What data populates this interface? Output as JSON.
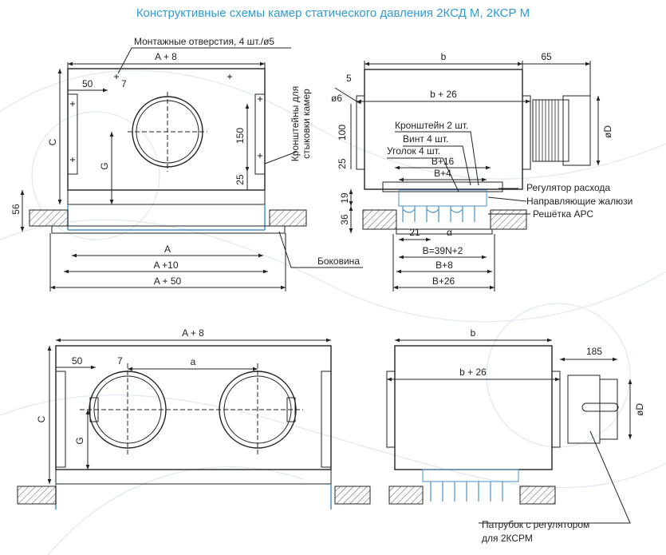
{
  "title": "Конструктивные схемы камер статического давления 2КСД М, 2КСР М",
  "colors": {
    "title": "#2e9bd6",
    "line": "#222222",
    "part": "#4a90c8",
    "watermark": "#dfe9f2"
  },
  "labels": {
    "mount_holes": "Монтажные отверстия, 4 шт./ø5",
    "brackets_1": "Кронштейны для",
    "brackets_2": "стыковки камер",
    "sidewall": "Боковина",
    "bracket2": "Кронштейн 2 шт.",
    "screw4": "Винт 4 шт.",
    "corner4": "Уголок 4 шт.",
    "flow_reg": "Регулятор расхода",
    "guide_louvers": "Направляющие жалюзи",
    "grille": "Решётка АРС",
    "nozzle_1": "Патрубок с регулятором",
    "nozzle_2": "для 2КСРМ"
  },
  "dims": {
    "a8": "A + 8",
    "a": "A",
    "a10": "A +10",
    "a50": "A + 50",
    "c": "C",
    "g": "G",
    "d50": "50",
    "d7": "7",
    "d150": "150",
    "d25": "25",
    "d56": "56",
    "b": "b",
    "b26": "b + 26",
    "d65": "65",
    "d5": "5",
    "o6": "ø6",
    "d100": "100",
    "od": "øD",
    "bb16": "B+16",
    "bb4": "B+4",
    "d19": "19",
    "d36": "36",
    "d21": "21",
    "alpha": "α",
    "b39": "B=39N+2",
    "bb8": "B+8",
    "bb26": "B+26",
    "a_small": "a",
    "d185": "185"
  }
}
